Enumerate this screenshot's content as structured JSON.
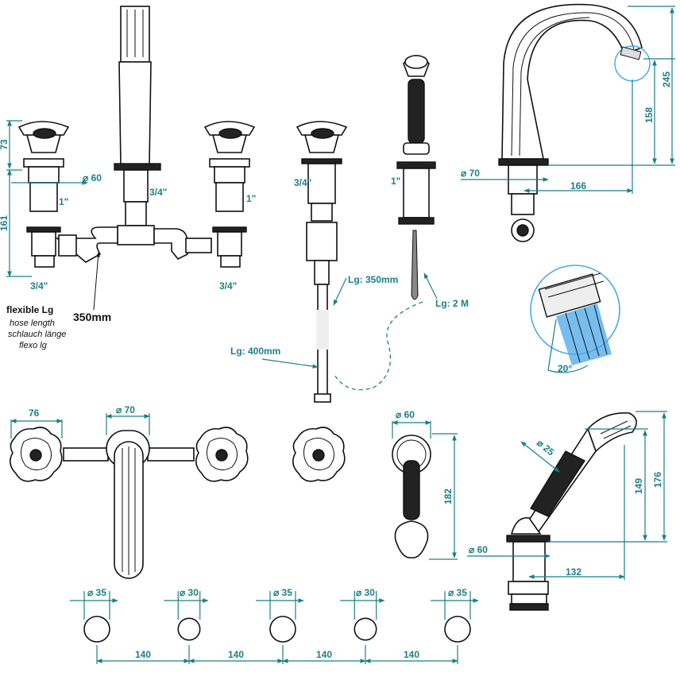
{
  "colors": {
    "dimension": "#1b7f88",
    "outline": "#111111",
    "water": "#4aa8e8"
  },
  "side_view": {
    "left_valve": {
      "height_top": "73",
      "height_total": "161",
      "diameter": "60",
      "thread_upper": "1\"",
      "thread_lower": "3/4\""
    },
    "spout": {
      "thread": "3/4\""
    },
    "right_valve": {
      "thread_upper": "1\"",
      "thread_lower": "3/4\""
    },
    "connector_length": "350mm",
    "flexible_note": {
      "title": "flexible Lg",
      "lines": [
        "hose length",
        "schlauch länge",
        "flexo lg"
      ]
    },
    "diverter": {
      "thread": "3/4\""
    },
    "handshower": {
      "thread": "1\""
    },
    "hoses": {
      "lg_350": "Lg: 350mm",
      "lg_400": "Lg: 400mm",
      "lg_2m": "Lg: 2 M"
    }
  },
  "swan_spout": {
    "height_total": "245",
    "height_inner": "158",
    "diameter": "70",
    "reach": "166"
  },
  "detail": {
    "angle": "20°"
  },
  "top_view": {
    "handle_width": "76",
    "spout_diameter": "70",
    "holder_diameter": "60",
    "holder_length": "182"
  },
  "handshower_side": {
    "head_diameter": "25",
    "height_total": "176",
    "height_inner": "149",
    "base_diameter": "60",
    "reach": "132"
  },
  "holes": {
    "diameters": [
      "35",
      "30",
      "35",
      "30",
      "35"
    ],
    "spacings": [
      "140",
      "140",
      "140",
      "140"
    ]
  }
}
